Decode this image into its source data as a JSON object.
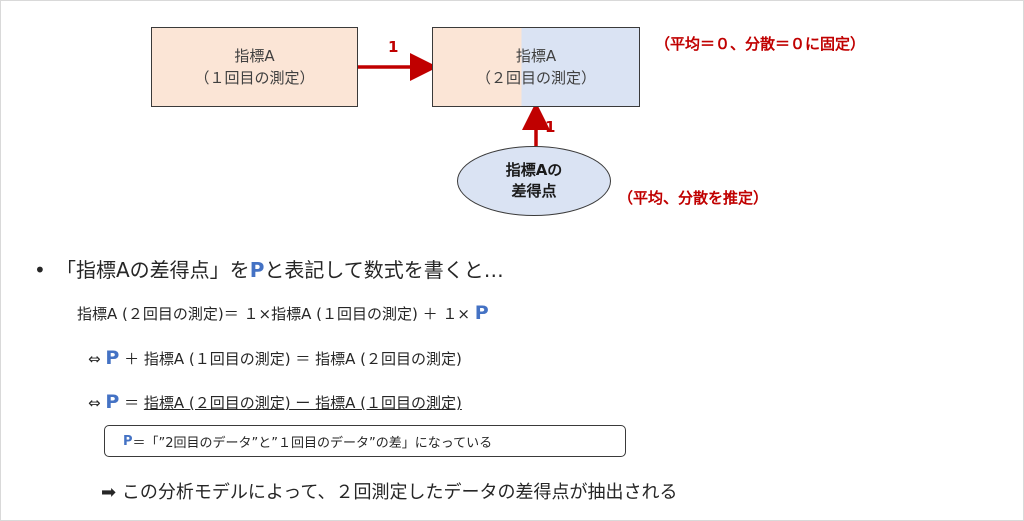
{
  "diagram": {
    "box1": {
      "line1": "指標A",
      "line2": "（１回目の測定）"
    },
    "box2": {
      "line1": "指標A",
      "line2": "（２回目の測定）"
    },
    "ellipse": {
      "line1": "指標Aの",
      "line2": "差得点"
    },
    "arrow1_label": "1",
    "arrow2_label": "1",
    "note_top": "（平均＝０、分散＝０に固定）",
    "note_bottom": "（平均、分散を推定）"
  },
  "text": {
    "bullet_symbol": "•",
    "bullet_pre": "「指標Aの差得点」を",
    "bullet_P": "P",
    "bullet_post": "と表記して数式を書くと…",
    "eq1_left": "指標A (２回目の測定)＝ １×指標A (１回目の測定) ＋ １×",
    "eq1_P": "P",
    "eq2_arrow": "⇔",
    "eq2_P": "P",
    "eq2_rest": "＋ 指標A (１回目の測定) ＝ 指標A (２回目の測定)",
    "eq3_arrow": "⇔",
    "eq3_P": "P",
    "eq3_mid": "＝",
    "eq3_underlined": "指標A (２回目の測定) ー 指標A (１回目の測定)",
    "pbox_P": "P",
    "pbox_rest": "＝「”2回目のデータ”と”１回目のデータ”の差」になっている",
    "conclusion_arrow": "➡",
    "conclusion_text": "この分析モデルによって、２回測定したデータの差得点が抽出される"
  },
  "colors": {
    "box_orange": "#fbe5d6",
    "box_blue": "#dae3f3",
    "arrow_red": "#c00000",
    "note_red": "#c00000",
    "P_blue": "#4472c4"
  }
}
